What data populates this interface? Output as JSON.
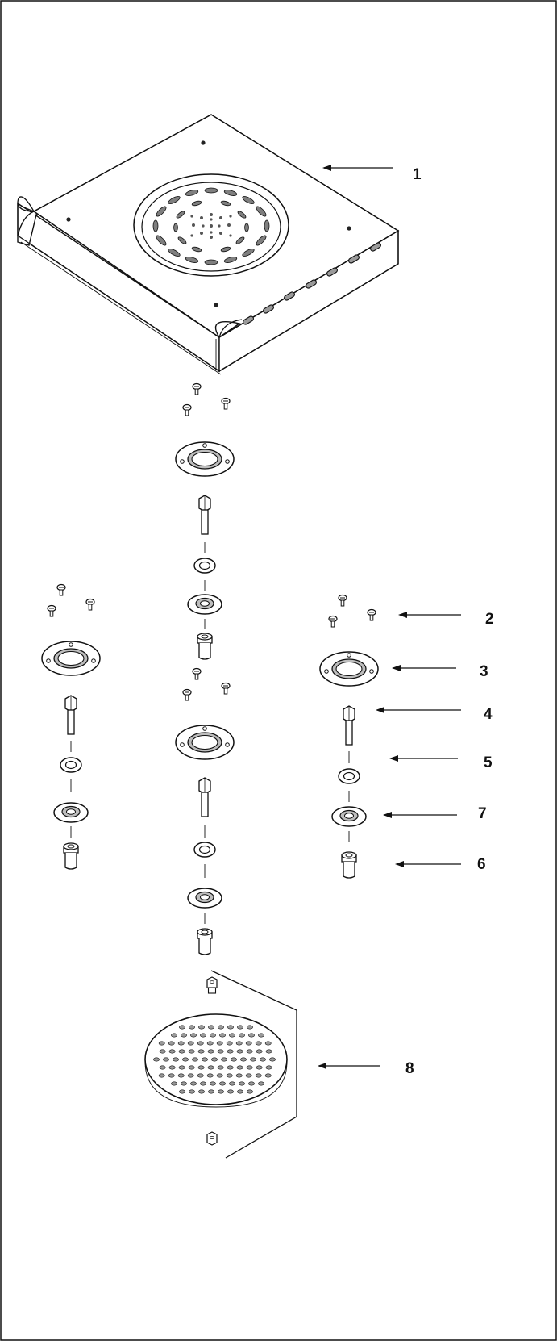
{
  "callouts": [
    {
      "id": "1"
    },
    {
      "id": "2"
    },
    {
      "id": "3"
    },
    {
      "id": "4"
    },
    {
      "id": "5"
    },
    {
      "id": "7"
    },
    {
      "id": "6"
    },
    {
      "id": "8"
    }
  ]
}
